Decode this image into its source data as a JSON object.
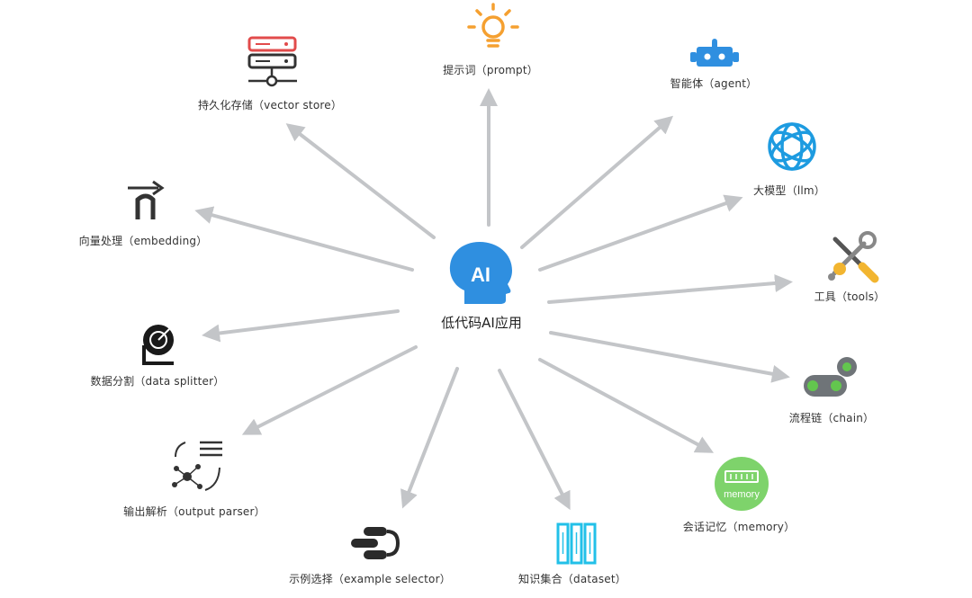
{
  "center": {
    "label": "低代码AI应用",
    "icon": "ai-head-icon",
    "icon_text": "AI"
  },
  "nodes": [
    {
      "id": "prompt",
      "label": "提示词（prompt）",
      "icon": "lightbulb-icon"
    },
    {
      "id": "agent",
      "label": "智能体（agent）",
      "icon": "robot-icon"
    },
    {
      "id": "llm",
      "label": "大模型（llm）",
      "icon": "openai-logo-icon"
    },
    {
      "id": "tools",
      "label": "工具（tools）",
      "icon": "wrench-screwdriver-icon"
    },
    {
      "id": "chain",
      "label": "流程链（chain）",
      "icon": "chain-link-icon"
    },
    {
      "id": "memory",
      "label": "会话记忆（memory）",
      "icon": "memory-chip-icon",
      "icon_text": "memory"
    },
    {
      "id": "dataset",
      "label": "知识集合（dataset）",
      "icon": "dataset-columns-icon"
    },
    {
      "id": "example",
      "label": "示例选择（example selector）",
      "icon": "example-selector-icon"
    },
    {
      "id": "parser",
      "label": "输出解析（output parser）",
      "icon": "output-parser-icon"
    },
    {
      "id": "splitter",
      "label": "数据分割（data splitter）",
      "icon": "data-splitter-icon"
    },
    {
      "id": "embedding",
      "label": "向量处理（embedding）",
      "icon": "embedding-arrow-icon"
    },
    {
      "id": "vector_store",
      "label": "持久化存储（vector store）",
      "icon": "server-storage-icon"
    }
  ],
  "colors": {
    "arrow": "#c3c5c8",
    "ai_blue": "#2f8fe0",
    "bulb": "#f5a030",
    "openai": "#1d9be0",
    "memory_green": "#7ed36b",
    "dataset_cyan": "#22c0e8",
    "server_red": "#e24b4b",
    "dark": "#333333"
  }
}
